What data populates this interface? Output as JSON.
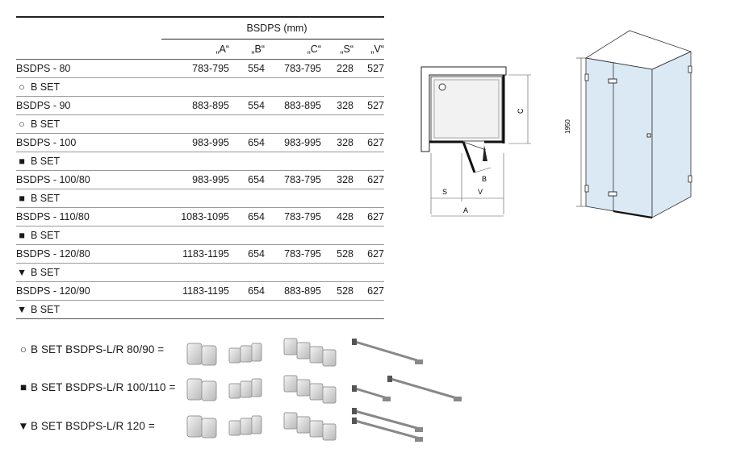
{
  "table": {
    "group_title": "BSDPS   (mm)",
    "columns": [
      "„A“",
      "„B“",
      "„C“",
      "„S“",
      "„V“"
    ],
    "rows": [
      {
        "model": "BSDPS - 80",
        "A": "783-795",
        "B": "554",
        "C": "783-795",
        "S": "228",
        "V": "527",
        "set_symbol": "○",
        "set_label": "B SET"
      },
      {
        "model": "BSDPS - 90",
        "A": "883-895",
        "B": "554",
        "C": "883-895",
        "S": "328",
        "V": "527",
        "set_symbol": "○",
        "set_label": "B SET"
      },
      {
        "model": "BSDPS - 100",
        "A": "983-995",
        "B": "654",
        "C": "983-995",
        "S": "328",
        "V": "627",
        "set_symbol": "■",
        "set_label": "B SET"
      },
      {
        "model": "BSDPS - 100/80",
        "A": "983-995",
        "B": "654",
        "C": "783-795",
        "S": "328",
        "V": "627",
        "set_symbol": "■",
        "set_label": "B SET"
      },
      {
        "model": "BSDPS - 110/80",
        "A": "1083-1095",
        "B": "654",
        "C": "783-795",
        "S": "428",
        "V": "627",
        "set_symbol": "■",
        "set_label": "B SET"
      },
      {
        "model": "BSDPS - 120/80",
        "A": "1183-1195",
        "B": "654",
        "C": "783-795",
        "S": "528",
        "V": "627",
        "set_symbol": "▼",
        "set_label": "B SET"
      },
      {
        "model": "BSDPS - 120/90",
        "A": "1183-1195",
        "B": "654",
        "C": "883-895",
        "S": "528",
        "V": "627",
        "set_symbol": "▼",
        "set_label": "B SET"
      }
    ]
  },
  "sets": [
    {
      "symbol": "○",
      "label": "B SET BSDPS-L/R 80/90 ="
    },
    {
      "symbol": "■",
      "label": "B SET BSDPS-L/R 100/110 ="
    },
    {
      "symbol": "▼",
      "label": "B SET BSDPS-L/R 120 ="
    }
  ],
  "plan_diagram": {
    "label_c": "C",
    "label_b": "B",
    "label_s": "S",
    "label_v": "V",
    "label_a": "A"
  },
  "elevation_diagram": {
    "height_label": "1950"
  },
  "colors": {
    "line": "#222222",
    "glass": "#dbe9f5",
    "tray": "#f2f2f2",
    "metal": "#8a8a8a"
  }
}
